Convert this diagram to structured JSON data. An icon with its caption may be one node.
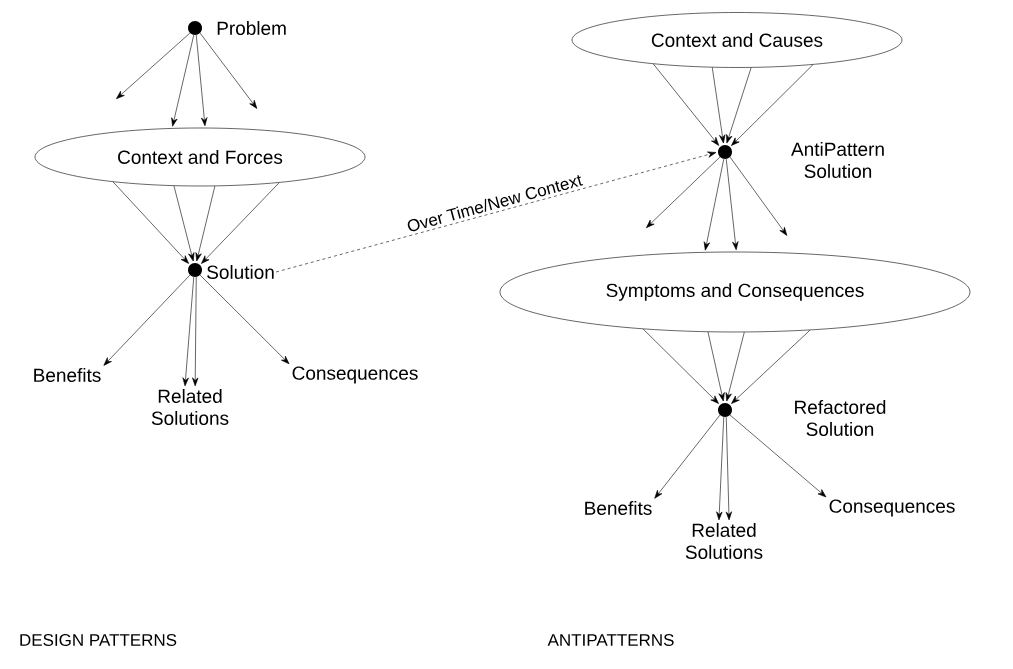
{
  "diagram": {
    "nodes": [
      {
        "text": [],
        "shape": "circle",
        "beside": [
          "Problem"
        ]
      },
      {
        "text": [
          "Context and Forces"
        ]
      },
      {
        "text": [],
        "shape": "circle",
        "beside": [
          "Solution"
        ]
      },
      {
        "text": [
          "Benefits"
        ]
      },
      {
        "text": [
          "Related Solutions"
        ]
      },
      {
        "text": [
          "Consequences"
        ]
      },
      {
        "text": [
          "Context and Causes"
        ]
      },
      {
        "text": [],
        "shape": "circle",
        "beside": [
          "AntiPattern Solution"
        ]
      },
      {
        "text": [
          "Symptoms and Consequences"
        ]
      },
      {
        "text": [],
        "shape": "circle",
        "beside": [
          "Refactored Solution"
        ]
      },
      {
        "text": [
          "Benefits"
        ]
      },
      {
        "text": [
          "Related Solutions"
        ]
      },
      {
        "text": [
          "Consequences"
        ]
      }
    ],
    "edges": [
      {
        "from": 0,
        "to": null,
        "arrow": "to"
      },
      {
        "from": 0,
        "to": 1,
        "arrow": "to"
      },
      {
        "from": 0,
        "to": 1,
        "arrow": "to"
      },
      {
        "from": 0,
        "to": null,
        "arrow": "to"
      },
      {
        "from": 1,
        "to": 2,
        "arrow": "to"
      },
      {
        "from": 1,
        "to": 2,
        "arrow": "to"
      },
      {
        "from": 1,
        "to": 2,
        "arrow": "to"
      },
      {
        "from": 1,
        "to": 2,
        "arrow": "to"
      },
      {
        "from": 2,
        "to": 3,
        "arrow": "to"
      },
      {
        "from": 2,
        "to": 4,
        "arrow": "to"
      },
      {
        "from": 2,
        "to": 4,
        "arrow": "to"
      },
      {
        "from": 2,
        "to": 5,
        "arrow": "to"
      },
      {
        "from": 2,
        "to": 7,
        "arrow": "to",
        "label": "Over Time/New Context",
        "style": "dashed"
      },
      {
        "from": 6,
        "to": 7,
        "arrow": "to"
      },
      {
        "from": 6,
        "to": 7,
        "arrow": "to"
      },
      {
        "from": 6,
        "to": 7,
        "arrow": "to"
      },
      {
        "from": 6,
        "to": 7,
        "arrow": "to"
      },
      {
        "from": 7,
        "to": null,
        "arrow": "to"
      },
      {
        "from": 7,
        "to": 8,
        "arrow": "to"
      },
      {
        "from": 7,
        "to": 8,
        "arrow": "to"
      },
      {
        "from": 7,
        "to": null,
        "arrow": "to"
      },
      {
        "from": 8,
        "to": 9,
        "arrow": "to"
      },
      {
        "from": 8,
        "to": 9,
        "arrow": "to"
      },
      {
        "from": 8,
        "to": 9,
        "arrow": "to"
      },
      {
        "from": 8,
        "to": 9,
        "arrow": "to"
      },
      {
        "from": 9,
        "to": 10,
        "arrow": "to"
      },
      {
        "from": 9,
        "to": 11,
        "arrow": "to"
      },
      {
        "from": 9,
        "to": 11,
        "arrow": "to"
      },
      {
        "from": 9,
        "to": 12,
        "arrow": "to"
      }
    ],
    "labels": [
      "DESIGN PATTERNS",
      "ANTIPATTERNS"
    ]
  }
}
